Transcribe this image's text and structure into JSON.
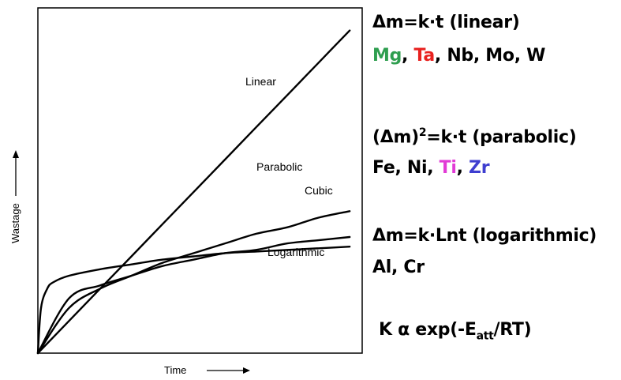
{
  "chart_data": {
    "type": "line",
    "xlabel": "Time",
    "ylabel": "Wastage",
    "series": [
      {
        "name": "Linear",
        "x": [
          0,
          0.1,
          0.2,
          0.3,
          0.4,
          0.5,
          0.6,
          0.7,
          0.8,
          0.9,
          1.0
        ],
        "y": [
          0,
          0.1,
          0.2,
          0.3,
          0.4,
          0.5,
          0.6,
          0.7,
          0.8,
          0.9,
          1.0
        ]
      },
      {
        "name": "Parabolic",
        "x": [
          0,
          0.1,
          0.2,
          0.3,
          0.4,
          0.5,
          0.6,
          0.7,
          0.8,
          0.9,
          1.0
        ],
        "y": [
          0,
          0.14,
          0.2,
          0.24,
          0.28,
          0.31,
          0.34,
          0.37,
          0.39,
          0.42,
          0.44
        ]
      },
      {
        "name": "Cubic",
        "x": [
          0,
          0.1,
          0.2,
          0.3,
          0.4,
          0.5,
          0.6,
          0.7,
          0.8,
          0.9,
          1.0
        ],
        "y": [
          0,
          0.17,
          0.21,
          0.24,
          0.27,
          0.29,
          0.31,
          0.32,
          0.34,
          0.35,
          0.36
        ]
      },
      {
        "name": "Logarithmic",
        "x": [
          0,
          0.01,
          0.03,
          0.05,
          0.1,
          0.2,
          0.3,
          0.4,
          0.5,
          0.6,
          0.7,
          0.8,
          0.9,
          1.0
        ],
        "y": [
          0,
          0.14,
          0.2,
          0.22,
          0.24,
          0.26,
          0.275,
          0.29,
          0.3,
          0.31,
          0.315,
          0.32,
          0.325,
          0.33
        ]
      }
    ],
    "xlim": [
      0,
      1.04
    ],
    "ylim": [
      0,
      1.07
    ],
    "ticks": "none",
    "grid": false,
    "legend": "none",
    "curve_labels": [
      "Linear",
      "Parabolic",
      "Cubic",
      "Logarithmic"
    ]
  },
  "panel": {
    "linear": {
      "law": "Δm=k·t (linear)",
      "metals": [
        {
          "name": "Mg",
          "color": "#2e9e4f"
        },
        {
          "name": "Ta",
          "color": "#e8211f"
        },
        {
          "name": "Nb",
          "color": "#000000"
        },
        {
          "name": "Mo",
          "color": "#000000"
        },
        {
          "name": "W",
          "color": "#000000"
        }
      ]
    },
    "parabolic": {
      "law_prefix": "(Δm)",
      "law_sup": "2",
      "law_suffix": "=k·t (parabolic)",
      "metals": [
        {
          "name": "Fe",
          "color": "#000000"
        },
        {
          "name": "Ni",
          "color": "#000000"
        },
        {
          "name": "Ti",
          "color": "#e23ad6"
        },
        {
          "name": "Zr",
          "color": "#3e3ed0"
        }
      ]
    },
    "logarithmic": {
      "law": "Δm=k·Lnt (logarithmic)",
      "metals": [
        {
          "name": "Al",
          "color": "#000000"
        },
        {
          "name": "Cr",
          "color": "#000000"
        }
      ]
    },
    "arrhenius": {
      "prefix": "K α exp(-E",
      "sub": "att",
      "suffix": "/RT)"
    },
    "separator": ", "
  }
}
